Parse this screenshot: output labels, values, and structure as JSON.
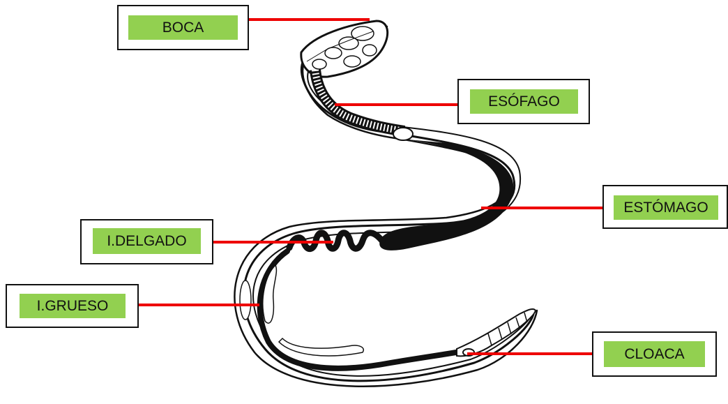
{
  "diagram": {
    "subject": "digestive system of a snake",
    "label_fill_color": "#92d050",
    "leader_line_color": "#ee0000",
    "labels": {
      "boca": "BOCA",
      "esofago": "ESÓFAGO",
      "estomago": "ESTÓMAGO",
      "delgado": "I.DELGADO",
      "grueso": "I.GRUESO",
      "cloaca": "CLOACA"
    }
  }
}
